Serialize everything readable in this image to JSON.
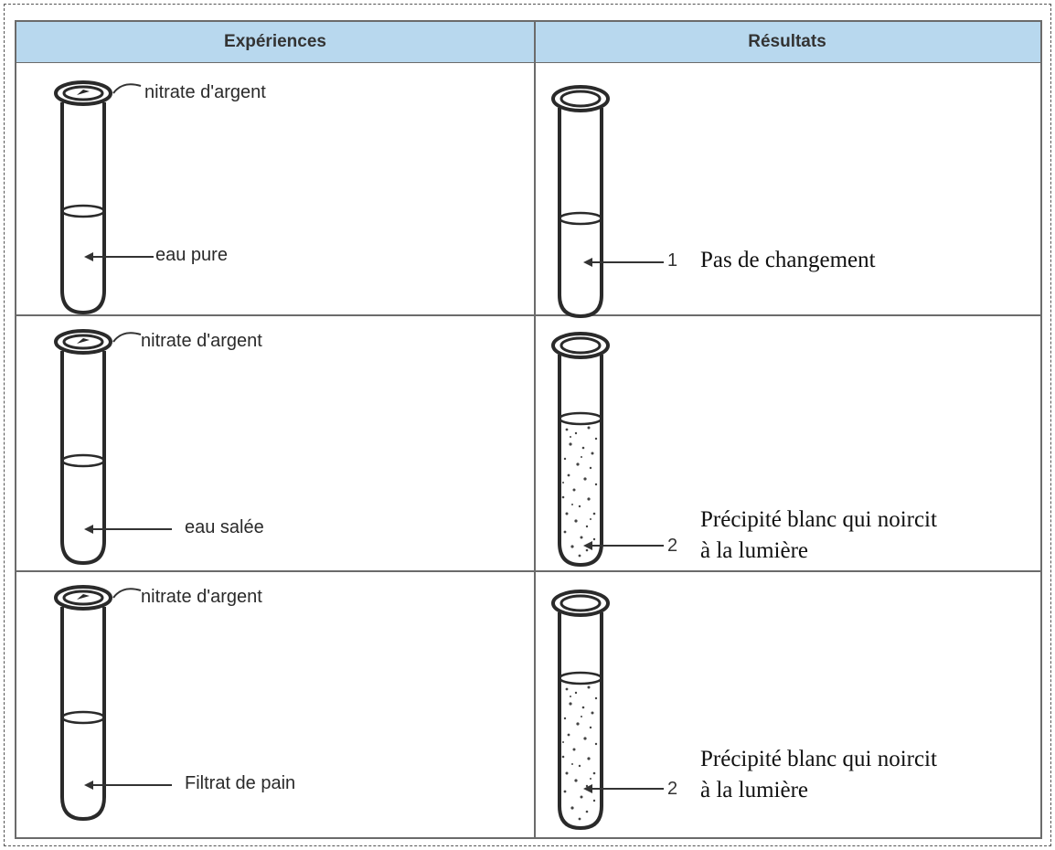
{
  "header": {
    "experiences": "Expériences",
    "resultats": "Résultats"
  },
  "rows": [
    {
      "reagent": "nitrate d'argent",
      "solution": "eau pure",
      "result_number": "1",
      "result_text_line1": "Pas de changement",
      "result_text_line2": ""
    },
    {
      "reagent": "nitrate d'argent",
      "solution": "eau salée",
      "result_number": "2",
      "result_text_line1": "Précipité blanc qui noircit",
      "result_text_line2": "à la lumière"
    },
    {
      "reagent": "nitrate d'argent",
      "solution": "Filtrat de pain",
      "result_number": "2",
      "result_text_line1": "Précipité blanc qui noircit",
      "result_text_line2": "à la lumière"
    }
  ]
}
